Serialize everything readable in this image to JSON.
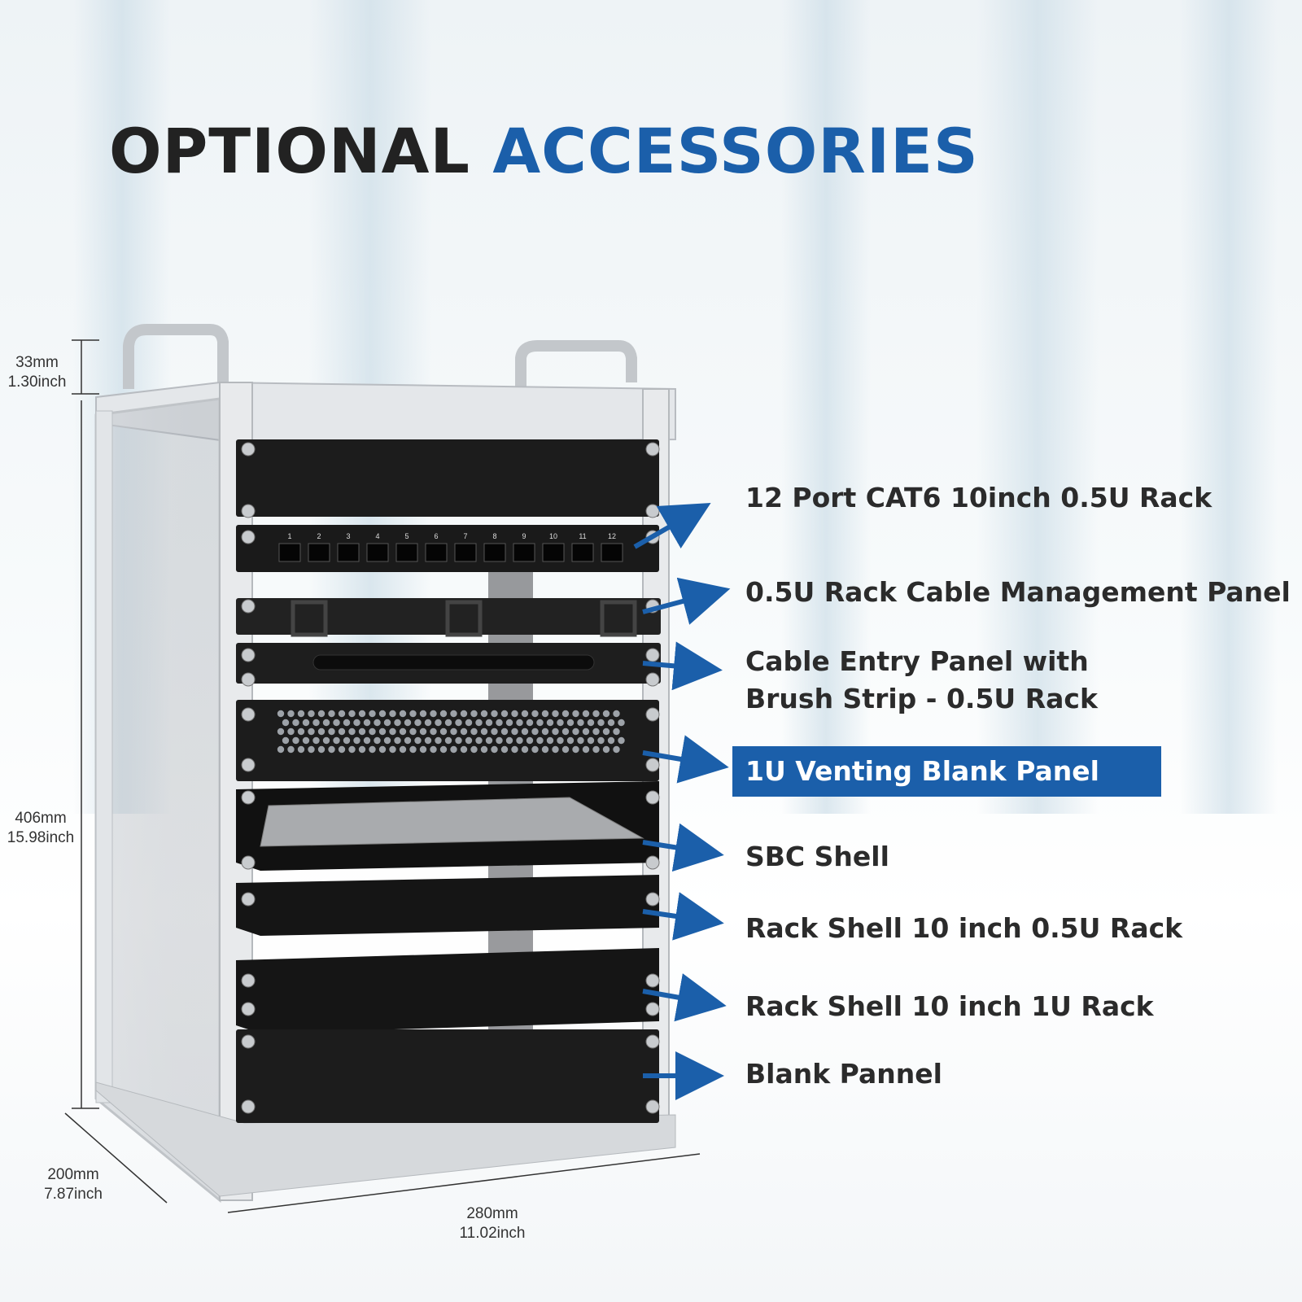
{
  "title": {
    "word1": "OPTIONAL",
    "word2": "ACCESSORIES"
  },
  "colors": {
    "accent": "#1b5faa",
    "text": "#2b2b2b",
    "panel": "#1c1c1c",
    "frame": "#d9dcdf"
  },
  "dimensions": {
    "top_gap": {
      "mm": "33mm",
      "inch": "1.30inch"
    },
    "height": {
      "mm": "406mm",
      "inch": "15.98inch"
    },
    "depth": {
      "mm": "200mm",
      "inch": "7.87inch"
    },
    "width": {
      "mm": "280mm",
      "inch": "11.02inch"
    }
  },
  "patch_port_numbers": [
    "1",
    "2",
    "3",
    "4",
    "5",
    "6",
    "7",
    "8",
    "9",
    "10",
    "11",
    "12"
  ],
  "accessories": [
    {
      "line1": "12 Port CAT6 10inch 0.5U Rack"
    },
    {
      "line1": "0.5U Rack Cable Management Panel"
    },
    {
      "line1": "Cable Entry Panel with",
      "line2": "Brush Strip - 0.5U Rack"
    },
    {
      "line1": "1U Venting Blank Panel",
      "highlighted": true
    },
    {
      "line1": "SBC Shell"
    },
    {
      "line1": "Rack Shell 10 inch 0.5U Rack"
    },
    {
      "line1": "Rack Shell 10 inch 1U Rack"
    },
    {
      "line1": "Blank Pannel"
    }
  ]
}
